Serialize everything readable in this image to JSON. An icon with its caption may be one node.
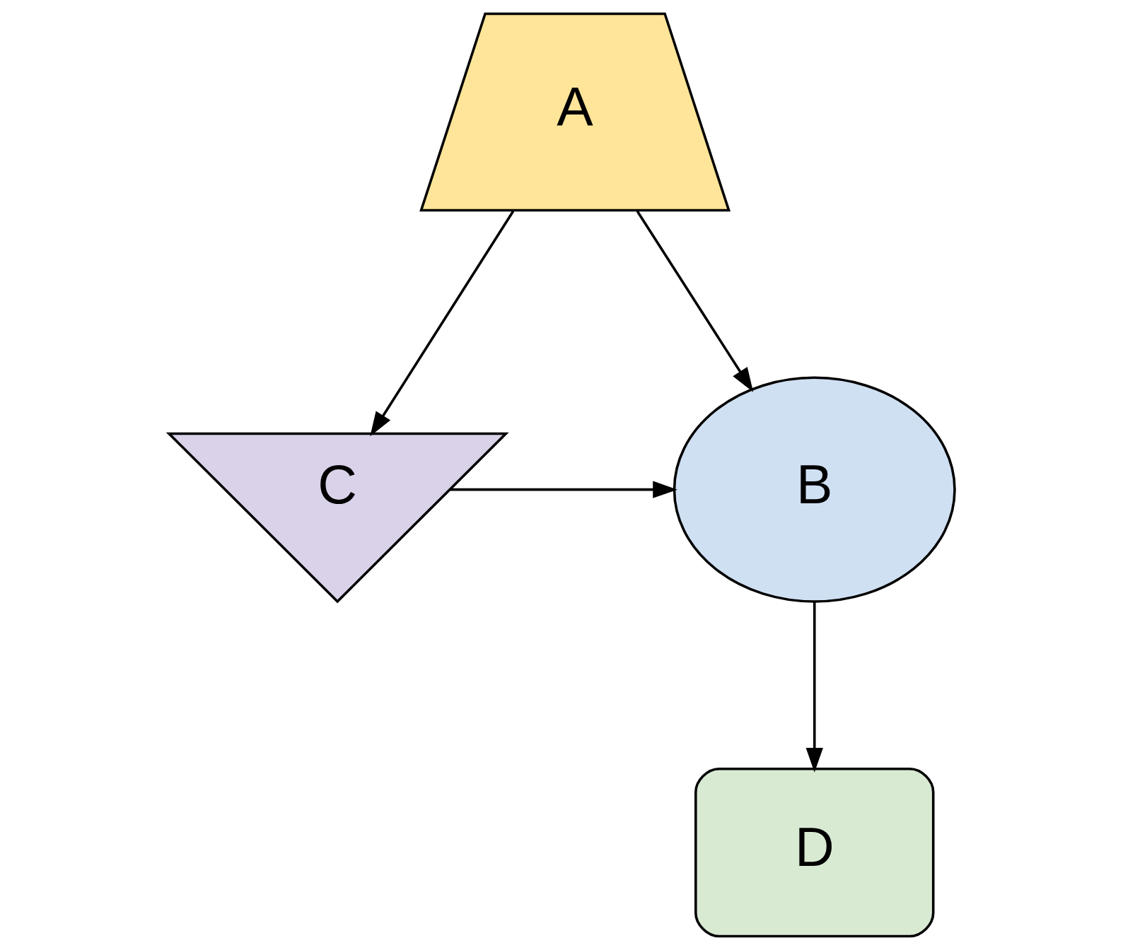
{
  "diagram": {
    "nodes": [
      {
        "text": [
          "A"
        ]
      },
      {
        "text": [
          "B"
        ]
      },
      {
        "text": [
          "C"
        ]
      },
      {
        "text": [
          "D"
        ]
      }
    ],
    "edges": [
      {
        "from": 0,
        "to": 1,
        "arrow": "to"
      },
      {
        "from": 0,
        "to": 2,
        "arrow": "to"
      },
      {
        "from": 2,
        "to": 1,
        "arrow": "to"
      },
      {
        "from": 1,
        "to": 3,
        "arrow": "to"
      }
    ]
  }
}
